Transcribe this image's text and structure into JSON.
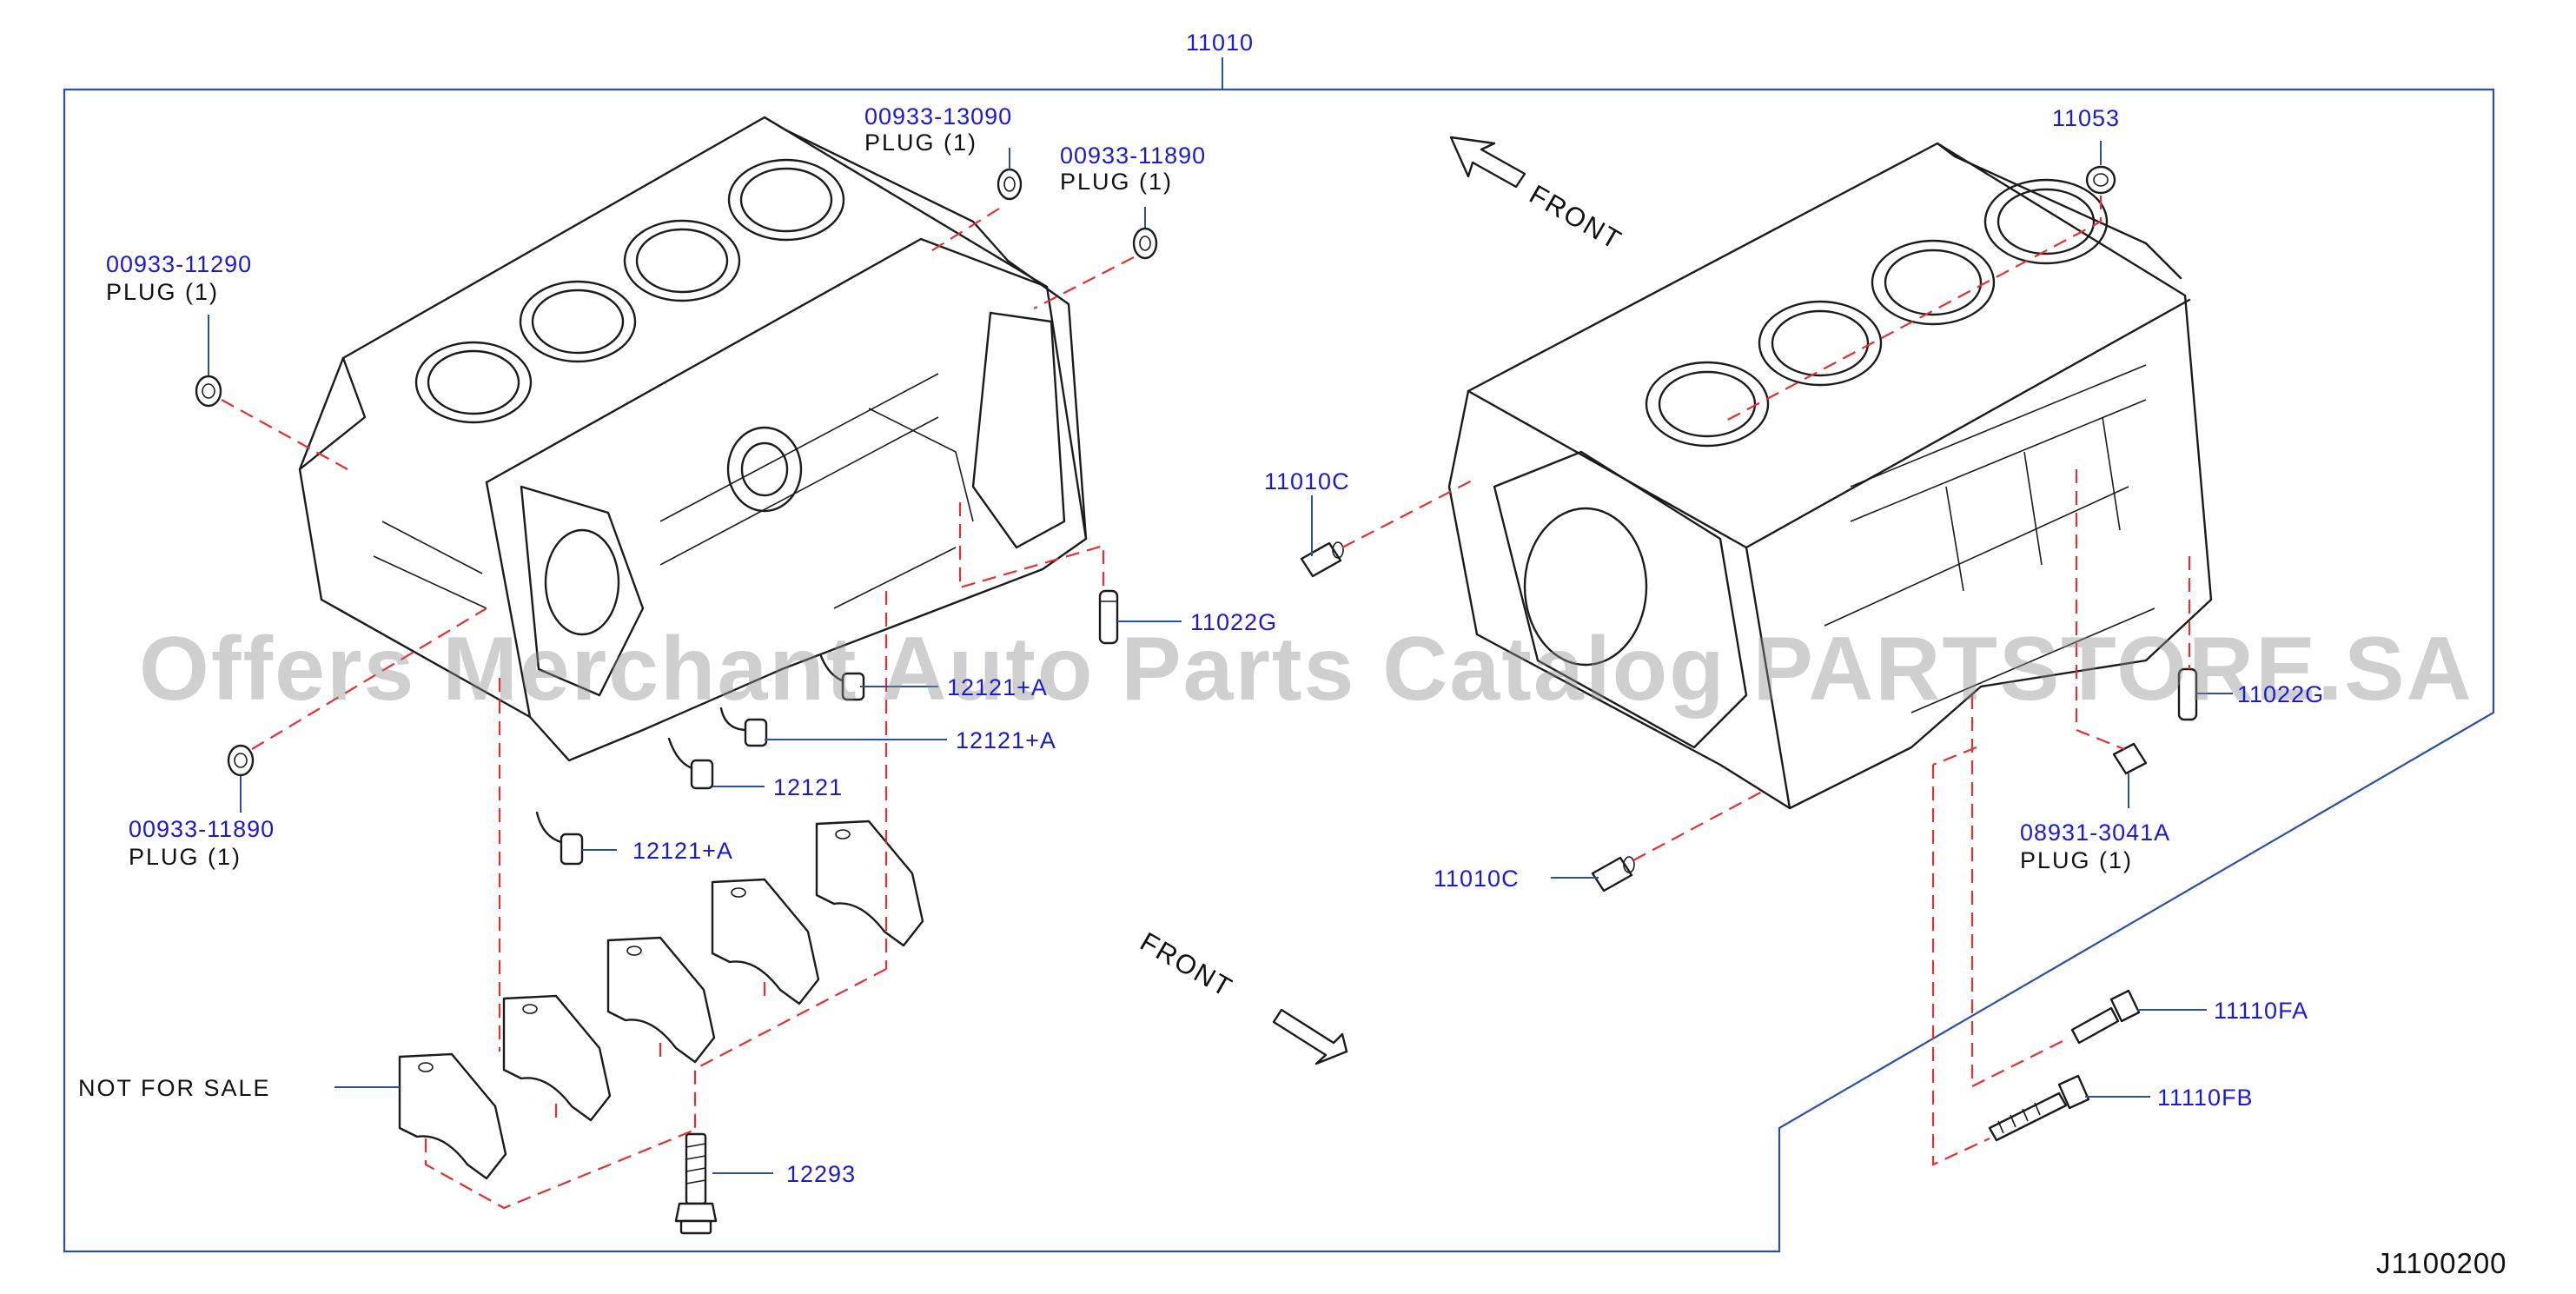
{
  "diagram": {
    "code": "J1100200",
    "watermark": "Offers Merchant Auto Parts Catalog PARTSTORE.SA",
    "front_labels": [
      "FRONT",
      "FRONT"
    ],
    "not_for_sale": "NOT  FOR  SALE",
    "labels": [
      {
        "part": "11010",
        "desc": ""
      },
      {
        "part": "00933-13090",
        "desc": "PLUG   (1)"
      },
      {
        "part": "00933-11890",
        "desc": "PLUG   (1)"
      },
      {
        "part": "00933-11290",
        "desc": "PLUG   (1)"
      },
      {
        "part": "00933-11890",
        "desc": "PLUG   (1)"
      },
      {
        "part": "11053",
        "desc": ""
      },
      {
        "part": "11010C",
        "desc": ""
      },
      {
        "part": "11022G",
        "desc": ""
      },
      {
        "part": "12121+A",
        "desc": ""
      },
      {
        "part": "12121+A",
        "desc": ""
      },
      {
        "part": "12121",
        "desc": ""
      },
      {
        "part": "12121+A",
        "desc": ""
      },
      {
        "part": "11010C",
        "desc": ""
      },
      {
        "part": "11022G",
        "desc": ""
      },
      {
        "part": "08931-3041A",
        "desc": "PLUG   (1)"
      },
      {
        "part": "11110FA",
        "desc": ""
      },
      {
        "part": "11110FB",
        "desc": ""
      },
      {
        "part": "12293",
        "desc": ""
      }
    ]
  }
}
